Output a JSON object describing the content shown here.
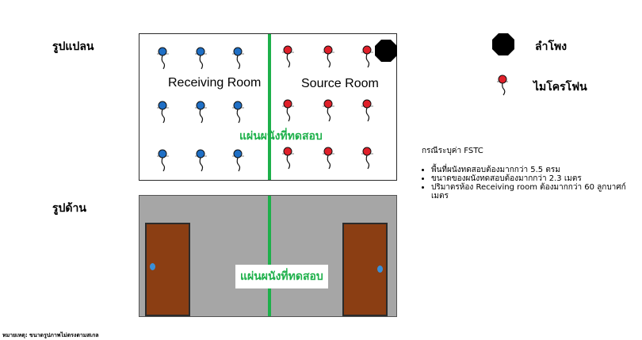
{
  "plan": {
    "title": "รูปแปลน",
    "receiving_room": "Receiving Room",
    "source_room": "Source Room",
    "wall_label": "แผ่นผนังที่ทดสอบ"
  },
  "elevation": {
    "title": "รูปด้าน",
    "wall_label": "แผ่นผนังที่ทดสอบ"
  },
  "legend": {
    "speaker": "ลำโพง",
    "microphone": "ไมโครโฟน"
  },
  "notes": {
    "heading": "กรณีระบุค่า FSTC",
    "items": [
      "พื้นที่ผนังทดสอบต้องมากกว่า 5.5 ตรม",
      "ขนาดของผนังทดสอบต้องมากกว่า 2.3 เมตร",
      "ปริมาตรห้อง Receiving room ต้องมากกว่า 60 ลูกบาศก์เมตร"
    ]
  },
  "footnote": "หมายเหตุ: ขนาดรูปภาพไม่ตรงตามสเกล",
  "colors": {
    "receiving_mic": "#1f6fc5",
    "source_mic": "#e0202a",
    "wall": "#1db04a",
    "elevation_bg": "#a6a6a6",
    "door": "#8b3e13",
    "knob": "#3a8fd8"
  },
  "icons": {
    "speaker": "octagon-icon",
    "microphone": "microphone-icon"
  }
}
